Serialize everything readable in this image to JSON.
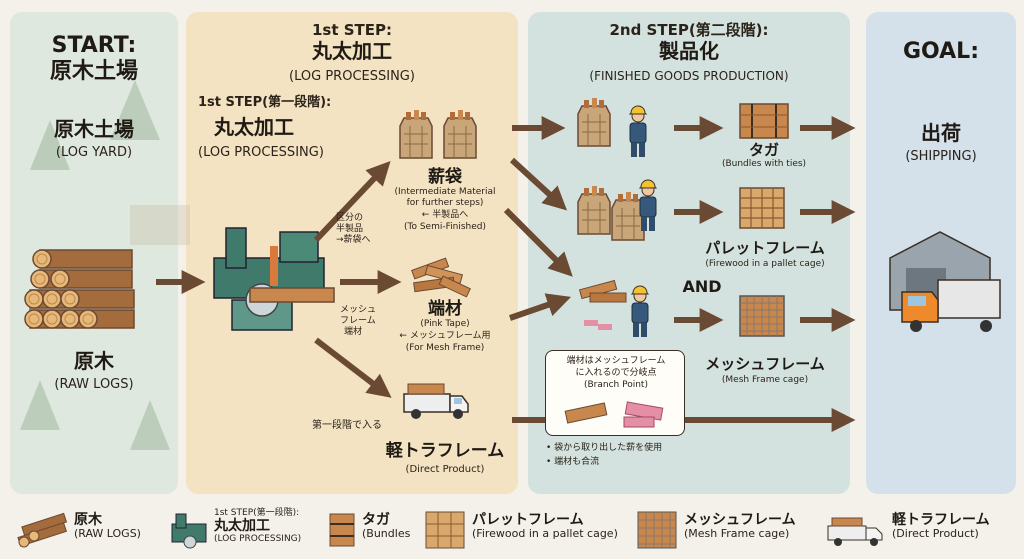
{
  "start": {
    "title_en": "START:",
    "title_ja": "原木土場",
    "yard_ja": "原木土場",
    "yard_en": "(LOG YARD)",
    "logs_ja": "原木",
    "logs_en": "(RAW LOGS)"
  },
  "step1": {
    "header_en": "1st STEP:",
    "header_ja": "丸太加工",
    "header_sub": "(LOG PROCESSING)",
    "label_en": "1st STEP(第一段階):",
    "label_ja": "丸太加工",
    "label_sub": "(LOG PROCESSING)"
  },
  "step2": {
    "header_en": "2nd STEP(第二段階):",
    "header_ja": "製品化",
    "header_sub": "(FINISHED GOODS PRODUCTION)"
  },
  "goal": {
    "title": "GOAL:",
    "ship_ja": "出荷",
    "ship_en": "(SHIPPING)"
  },
  "branches": {
    "bag_note_1": "区分の",
    "bag_note_2": "半製品",
    "bag_note_3": "→薪袋へ",
    "mesh_note_1": "メッシュ",
    "mesh_note_2": "フレーム",
    "mesh_note_3": "端材",
    "truck_note": "第一段階で入る"
  },
  "products": {
    "bag_ja": "薪袋",
    "bag_en_1": "(Intermediate Material",
    "bag_en_2": "for further steps)",
    "bag_en_3": "← 半製品へ",
    "bag_en_4": "(To Semi-Finished)",
    "scrap_ja": "端材",
    "scrap_en_1": "(Pink Tape)",
    "scrap_en_2": "← メッシュフレーム用",
    "scrap_en_3": "(For Mesh Frame)",
    "truck_ja": "軽トラフレーム",
    "truck_en": "(Direct Product)",
    "taga_ja": "タガ",
    "taga_en": "(Bundles with ties)",
    "pallet_ja": "パレットフレーム",
    "pallet_en": "(Firewood in a pallet cage)",
    "and": "AND",
    "mesh_ja": "メッシュフレーム",
    "mesh_en": "(Mesh Frame cage)"
  },
  "callout": {
    "line1": "端材はメッシュフレーム",
    "line2": "に入れるので分岐点",
    "line3": "(Branch Point)",
    "note1": "• 袋から取り出した薪を使用",
    "note2": "• 端材も合流"
  },
  "legend": [
    {
      "ja": "原木",
      "en": "(RAW LOGS)",
      "icon": "logs-icon"
    },
    {
      "ja": "1st STEP(第一段階):",
      "ja2": "丸太加工",
      "en": "(LOG PROCESSING)",
      "icon": "sawmill-icon"
    },
    {
      "ja": "タガ",
      "en": "(Bundles",
      "icon": "bundle-icon"
    },
    {
      "ja": "パレットフレーム",
      "en": "(Firewood in a pallet cage)",
      "icon": "pallet-icon"
    },
    {
      "ja": "メッシュフレーム",
      "en": "(Mesh Frame cage)",
      "icon": "mesh-cage-icon"
    },
    {
      "ja": "軽トラフレーム",
      "en": "(Direct Product)",
      "icon": "truck-icon"
    }
  ],
  "colors": {
    "arrow": "#6b4a33",
    "start_bg": "#dfe8df",
    "step1_bg": "#f3e3c3",
    "step2_bg": "#d4e2df",
    "goal_bg": "#d5e1ea",
    "wood": "#c8874c",
    "log_end": "#e8b878",
    "worker": "#36587a",
    "helmet": "#f2c230"
  }
}
